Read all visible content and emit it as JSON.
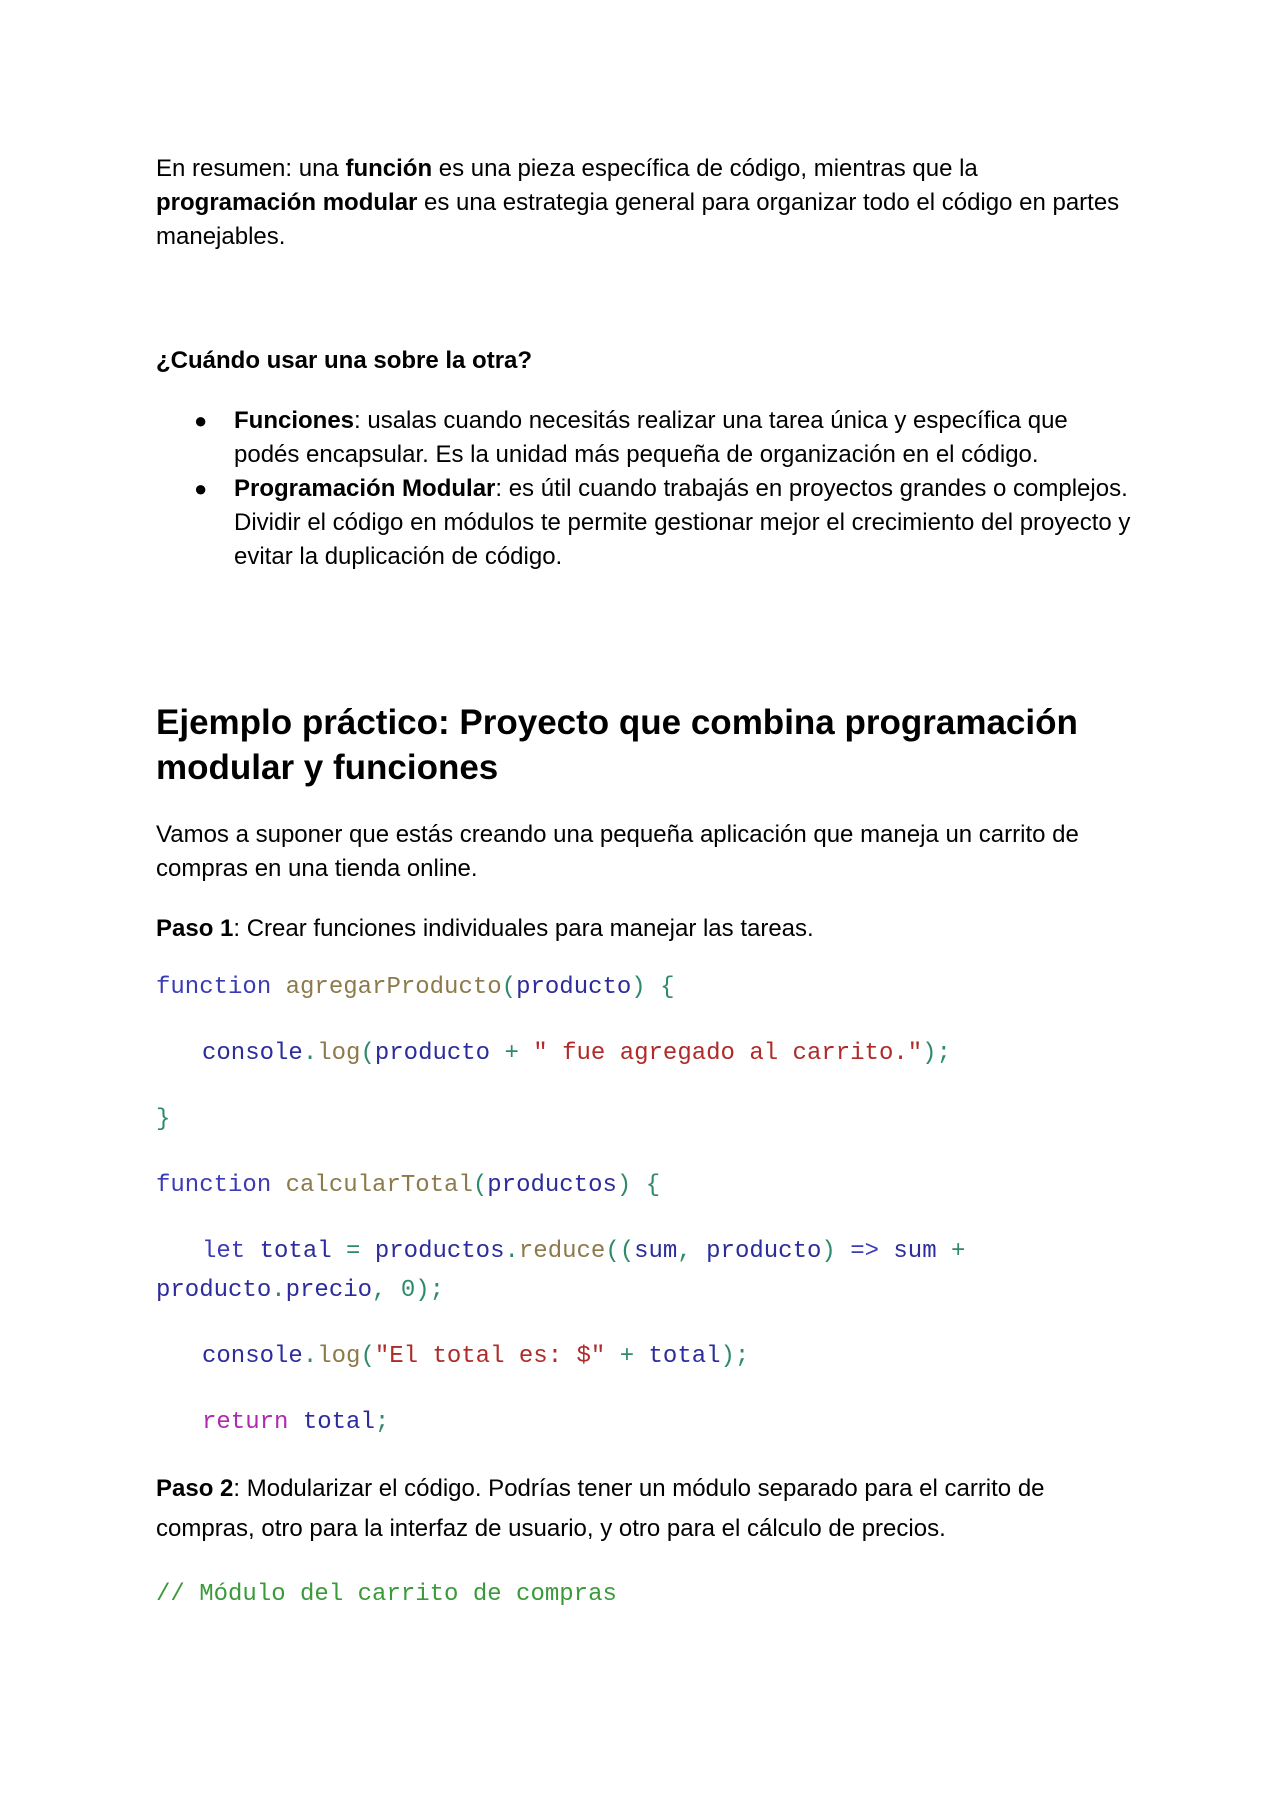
{
  "summary": {
    "prefix": "En resumen: una ",
    "bold1": "función",
    "middle": " es una pieza específica de código, mientras que la ",
    "bold2": "programación modular",
    "suffix": " es una estrategia general para organizar todo el código en partes manejables."
  },
  "when_heading": "¿Cuándo usar una sobre la otra?",
  "bullets": [
    {
      "term": "Funciones",
      "text": ": usalas cuando necesitás realizar una tarea única y específica que podés encapsular. Es la unidad más pequeña de organización en el código."
    },
    {
      "term": "Programación Modular",
      "text": ": es útil cuando trabajás en proyectos grandes o complejos. Dividir el código en módulos te permite gestionar mejor el crecimiento del proyecto y evitar la duplicación de código."
    }
  ],
  "example_heading": "Ejemplo práctico: Proyecto que combina programación modular y funciones",
  "example_intro": "Vamos a suponer que estás creando una pequeña aplicación que maneja un carrito de compras en una tienda online.",
  "paso1": {
    "label": "Paso 1",
    "text": ": Crear funciones individuales para manejar las tareas."
  },
  "code1": {
    "kw_function": "function",
    "fn_agregar": "agregarProducto",
    "param_producto": "producto",
    "console": "console",
    "log": "log",
    "var_producto": "producto",
    "op_plus": "+",
    "str_agregado": "\" fue agregado al carrito.\"",
    "fn_calcular": "calcularTotal",
    "param_productos": "productos",
    "kw_let": "let",
    "var_total": "total",
    "op_eq": "=",
    "var_productos": "productos",
    "reduce": "reduce",
    "var_sum": "sum",
    "var_producto2": "producto",
    "arrow": "=>",
    "var_sum2": "sum",
    "var_producto_precio": "producto",
    "precio": "precio",
    "num_zero": "0",
    "str_total": "\"El total es: $\"",
    "var_total2": "total",
    "kw_return": "return",
    "var_total3": "total"
  },
  "paso2": {
    "label": "Paso 2",
    "text": ": Modularizar el código. Podrías tener un módulo separado para el carrito de compras, otro para la interfaz de usuario, y otro para el cálculo de precios."
  },
  "comment_modulo": "// Módulo del carrito de compras"
}
